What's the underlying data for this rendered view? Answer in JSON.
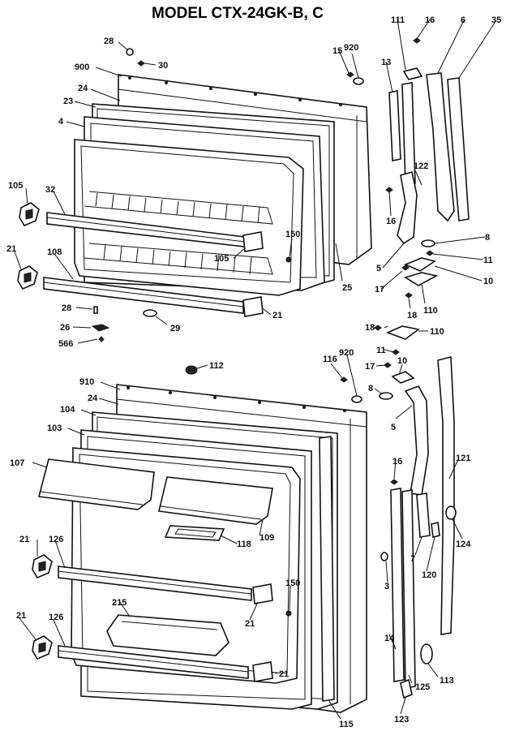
{
  "title": "MODEL CTX-24GK-B, C",
  "labels": {
    "l28a": "28",
    "l30": "30",
    "l900": "900",
    "l24a": "24",
    "l23": "23",
    "l4": "4",
    "l15a": "15",
    "l920a": "920",
    "l13": "13",
    "l111": "111",
    "l16a": "16",
    "l6": "6",
    "l35": "35",
    "l122": "122",
    "l16b": "16",
    "l8a": "8",
    "l11a": "11",
    "l10a": "10",
    "l5a": "5",
    "l17a": "17",
    "l18a": "18",
    "l110a": "110",
    "l105a": "105",
    "l32": "32",
    "l21a": "21",
    "l108": "108",
    "l150a": "150",
    "l105b": "105",
    "l25": "25",
    "l28b": "28",
    "l26": "26",
    "l566": "566",
    "l29": "29",
    "l21b": "21",
    "l18b": "18",
    "l110b": "110",
    "l116": "116",
    "l920b": "920",
    "l11b": "11",
    "l17b": "17",
    "l10b": "10",
    "l8b": "8",
    "l112": "112",
    "l910": "910",
    "l24b": "24",
    "l104": "104",
    "l103": "103",
    "l107": "107",
    "l5b": "5",
    "l121": "121",
    "l16c": "16",
    "l124": "124",
    "l7": "7",
    "l120": "120",
    "l3": "3",
    "l118": "118",
    "l109": "109",
    "l21c": "21",
    "l126a": "126",
    "l150b": "150",
    "l215": "215",
    "l21d": "21",
    "l21e": "21",
    "l126b": "126",
    "l21f": "21",
    "l14": "14",
    "l125": "125",
    "l113": "113",
    "l123": "123",
    "l115": "115"
  }
}
